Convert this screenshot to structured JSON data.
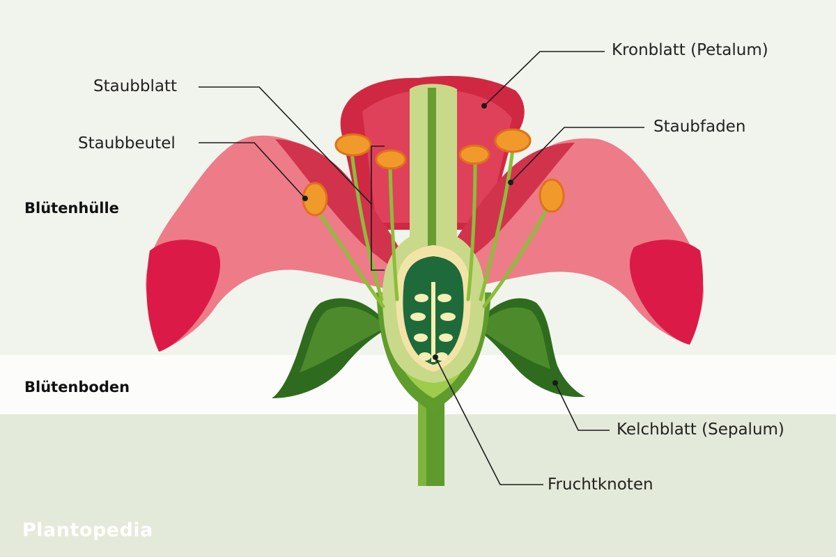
{
  "zones": {
    "perianth": "Blütenhülle",
    "receptacle": "Blütenboden"
  },
  "labels": {
    "petal": "Kronblatt (Petalum)",
    "stamen": "Staubblatt",
    "filament": "Staubfaden",
    "anther": "Staubbeutel",
    "sepal": "Kelchblatt (Sepalum)",
    "ovary": "Fruchtknoten"
  },
  "brand": "Plantopedia",
  "colors": {
    "petal_dark": "#c9223f",
    "petal_mid": "#e3485f",
    "petal_light": "#ef8d95",
    "petal_tip": "#dc1a48",
    "anther": "#f09a2c",
    "anther_dark": "#e0701c",
    "filament": "#8dbd3a",
    "sepal_dark": "#2f6b1e",
    "sepal_mid": "#4c8a2b",
    "pistil": "#c8d98a",
    "ovary": "#1f6a3a",
    "ovule": "#f4efb4",
    "stem": "#5f9a2c",
    "background_top": "#f1f4ec",
    "background_band": "#fcfdfa",
    "background_bottom": "#e4ead9"
  }
}
